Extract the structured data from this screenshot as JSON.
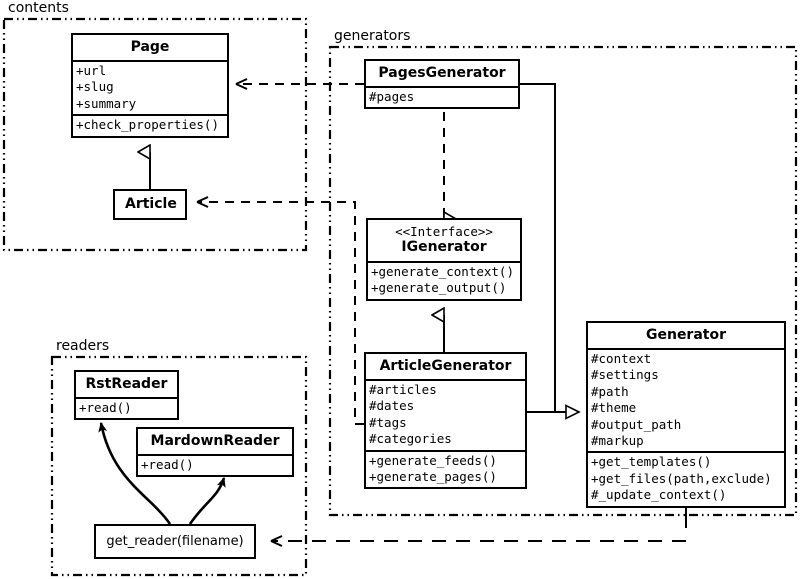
{
  "diagram": {
    "type": "uml-class-diagram",
    "packages": [
      {
        "id": "contents",
        "label": "contents"
      },
      {
        "id": "generators",
        "label": "generators"
      },
      {
        "id": "readers",
        "label": "readers"
      }
    ],
    "classes": [
      {
        "id": "page",
        "name": "Page",
        "stereotype": "",
        "package": "contents",
        "attributes": [
          "+url",
          "+slug",
          "+summary"
        ],
        "methods": [
          "+check_properties()"
        ]
      },
      {
        "id": "article",
        "name": "Article",
        "stereotype": "",
        "package": "contents",
        "attributes": [],
        "methods": []
      },
      {
        "id": "pagesgenerator",
        "name": "PagesGenerator",
        "stereotype": "",
        "package": "generators",
        "attributes": [
          "#pages"
        ],
        "methods": []
      },
      {
        "id": "igenerator",
        "name": "IGenerator",
        "stereotype": "<<Interface>>",
        "package": "generators",
        "attributes": [],
        "methods": [
          "+generate_context()",
          "+generate_output()"
        ]
      },
      {
        "id": "articlegenerator",
        "name": "ArticleGenerator",
        "stereotype": "",
        "package": "generators",
        "attributes": [
          "#articles",
          "#dates",
          "#tags",
          "#categories"
        ],
        "methods": [
          "+generate_feeds()",
          "+generate_pages()"
        ]
      },
      {
        "id": "generator",
        "name": "Generator",
        "stereotype": "",
        "package": "generators",
        "attributes": [
          "#context",
          "#settings",
          "#path",
          "#theme",
          "#output_path",
          "#markup"
        ],
        "methods": [
          "+get_templates()",
          "+get_files(path,exclude)",
          "#_update_context()"
        ]
      },
      {
        "id": "rstreader",
        "name": "RstReader",
        "stereotype": "",
        "package": "readers",
        "attributes": [],
        "methods": [
          "+read()"
        ]
      },
      {
        "id": "mardownreader",
        "name": "MardownReader",
        "stereotype": "",
        "package": "readers",
        "attributes": [],
        "methods": [
          "+read()"
        ]
      }
    ],
    "functions": [
      {
        "id": "get_reader",
        "label": "get_reader(filename)",
        "package": "readers"
      }
    ],
    "relations": [
      {
        "from": "pagesgenerator",
        "to": "page",
        "type": "dependency",
        "style": "dashed",
        "arrow": "open"
      },
      {
        "from": "articlegenerator",
        "to": "article",
        "type": "dependency",
        "style": "dashed",
        "arrow": "open"
      },
      {
        "from": "article",
        "to": "page",
        "type": "inheritance",
        "style": "solid",
        "arrow": "hollow-triangle"
      },
      {
        "from": "pagesgenerator",
        "to": "igenerator",
        "type": "realization",
        "style": "dashed",
        "arrow": "hollow-triangle"
      },
      {
        "from": "articlegenerator",
        "to": "igenerator",
        "type": "inheritance",
        "style": "solid",
        "arrow": "hollow-triangle"
      },
      {
        "from": "pagesgenerator",
        "to": "generator",
        "type": "inheritance",
        "style": "solid",
        "arrow": "hollow-triangle"
      },
      {
        "from": "articlegenerator",
        "to": "generator",
        "type": "inheritance",
        "style": "solid",
        "arrow": "hollow-triangle"
      },
      {
        "from": "generator",
        "to": "get_reader",
        "type": "dependency",
        "style": "dashed",
        "arrow": "open"
      },
      {
        "from": "get_reader",
        "to": "rstreader",
        "type": "call",
        "style": "curved",
        "arrow": "filled"
      },
      {
        "from": "get_reader",
        "to": "mardownreader",
        "type": "call",
        "style": "curved",
        "arrow": "filled"
      }
    ],
    "colors": {
      "stroke": "#000000",
      "fill": "#ffffff"
    }
  }
}
